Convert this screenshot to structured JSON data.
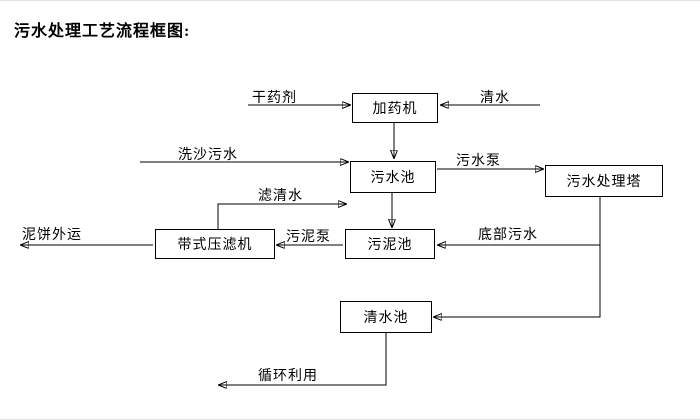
{
  "title": "污水处理工艺流程框图:",
  "nodes": {
    "dosing_machine": "加药机",
    "sewage_pool": "污水池",
    "treatment_tower": "污水处理塔",
    "sludge_pool": "污泥池",
    "belt_filter_press": "带式压滤机",
    "clear_water_pool": "清水池"
  },
  "labels": {
    "dry_chemical": "干药剂",
    "clear_water": "清水",
    "sand_washing_sewage": "洗沙污水",
    "sewage_pump": "污水泵",
    "filtered_water": "滤清水",
    "sludge_pump": "污泥泵",
    "bottom_sewage": "底部污水",
    "mud_cake_out": "泥饼外运",
    "recycle": "循环利用"
  },
  "colors": {
    "line": "#000000",
    "background": "#ffffff"
  }
}
